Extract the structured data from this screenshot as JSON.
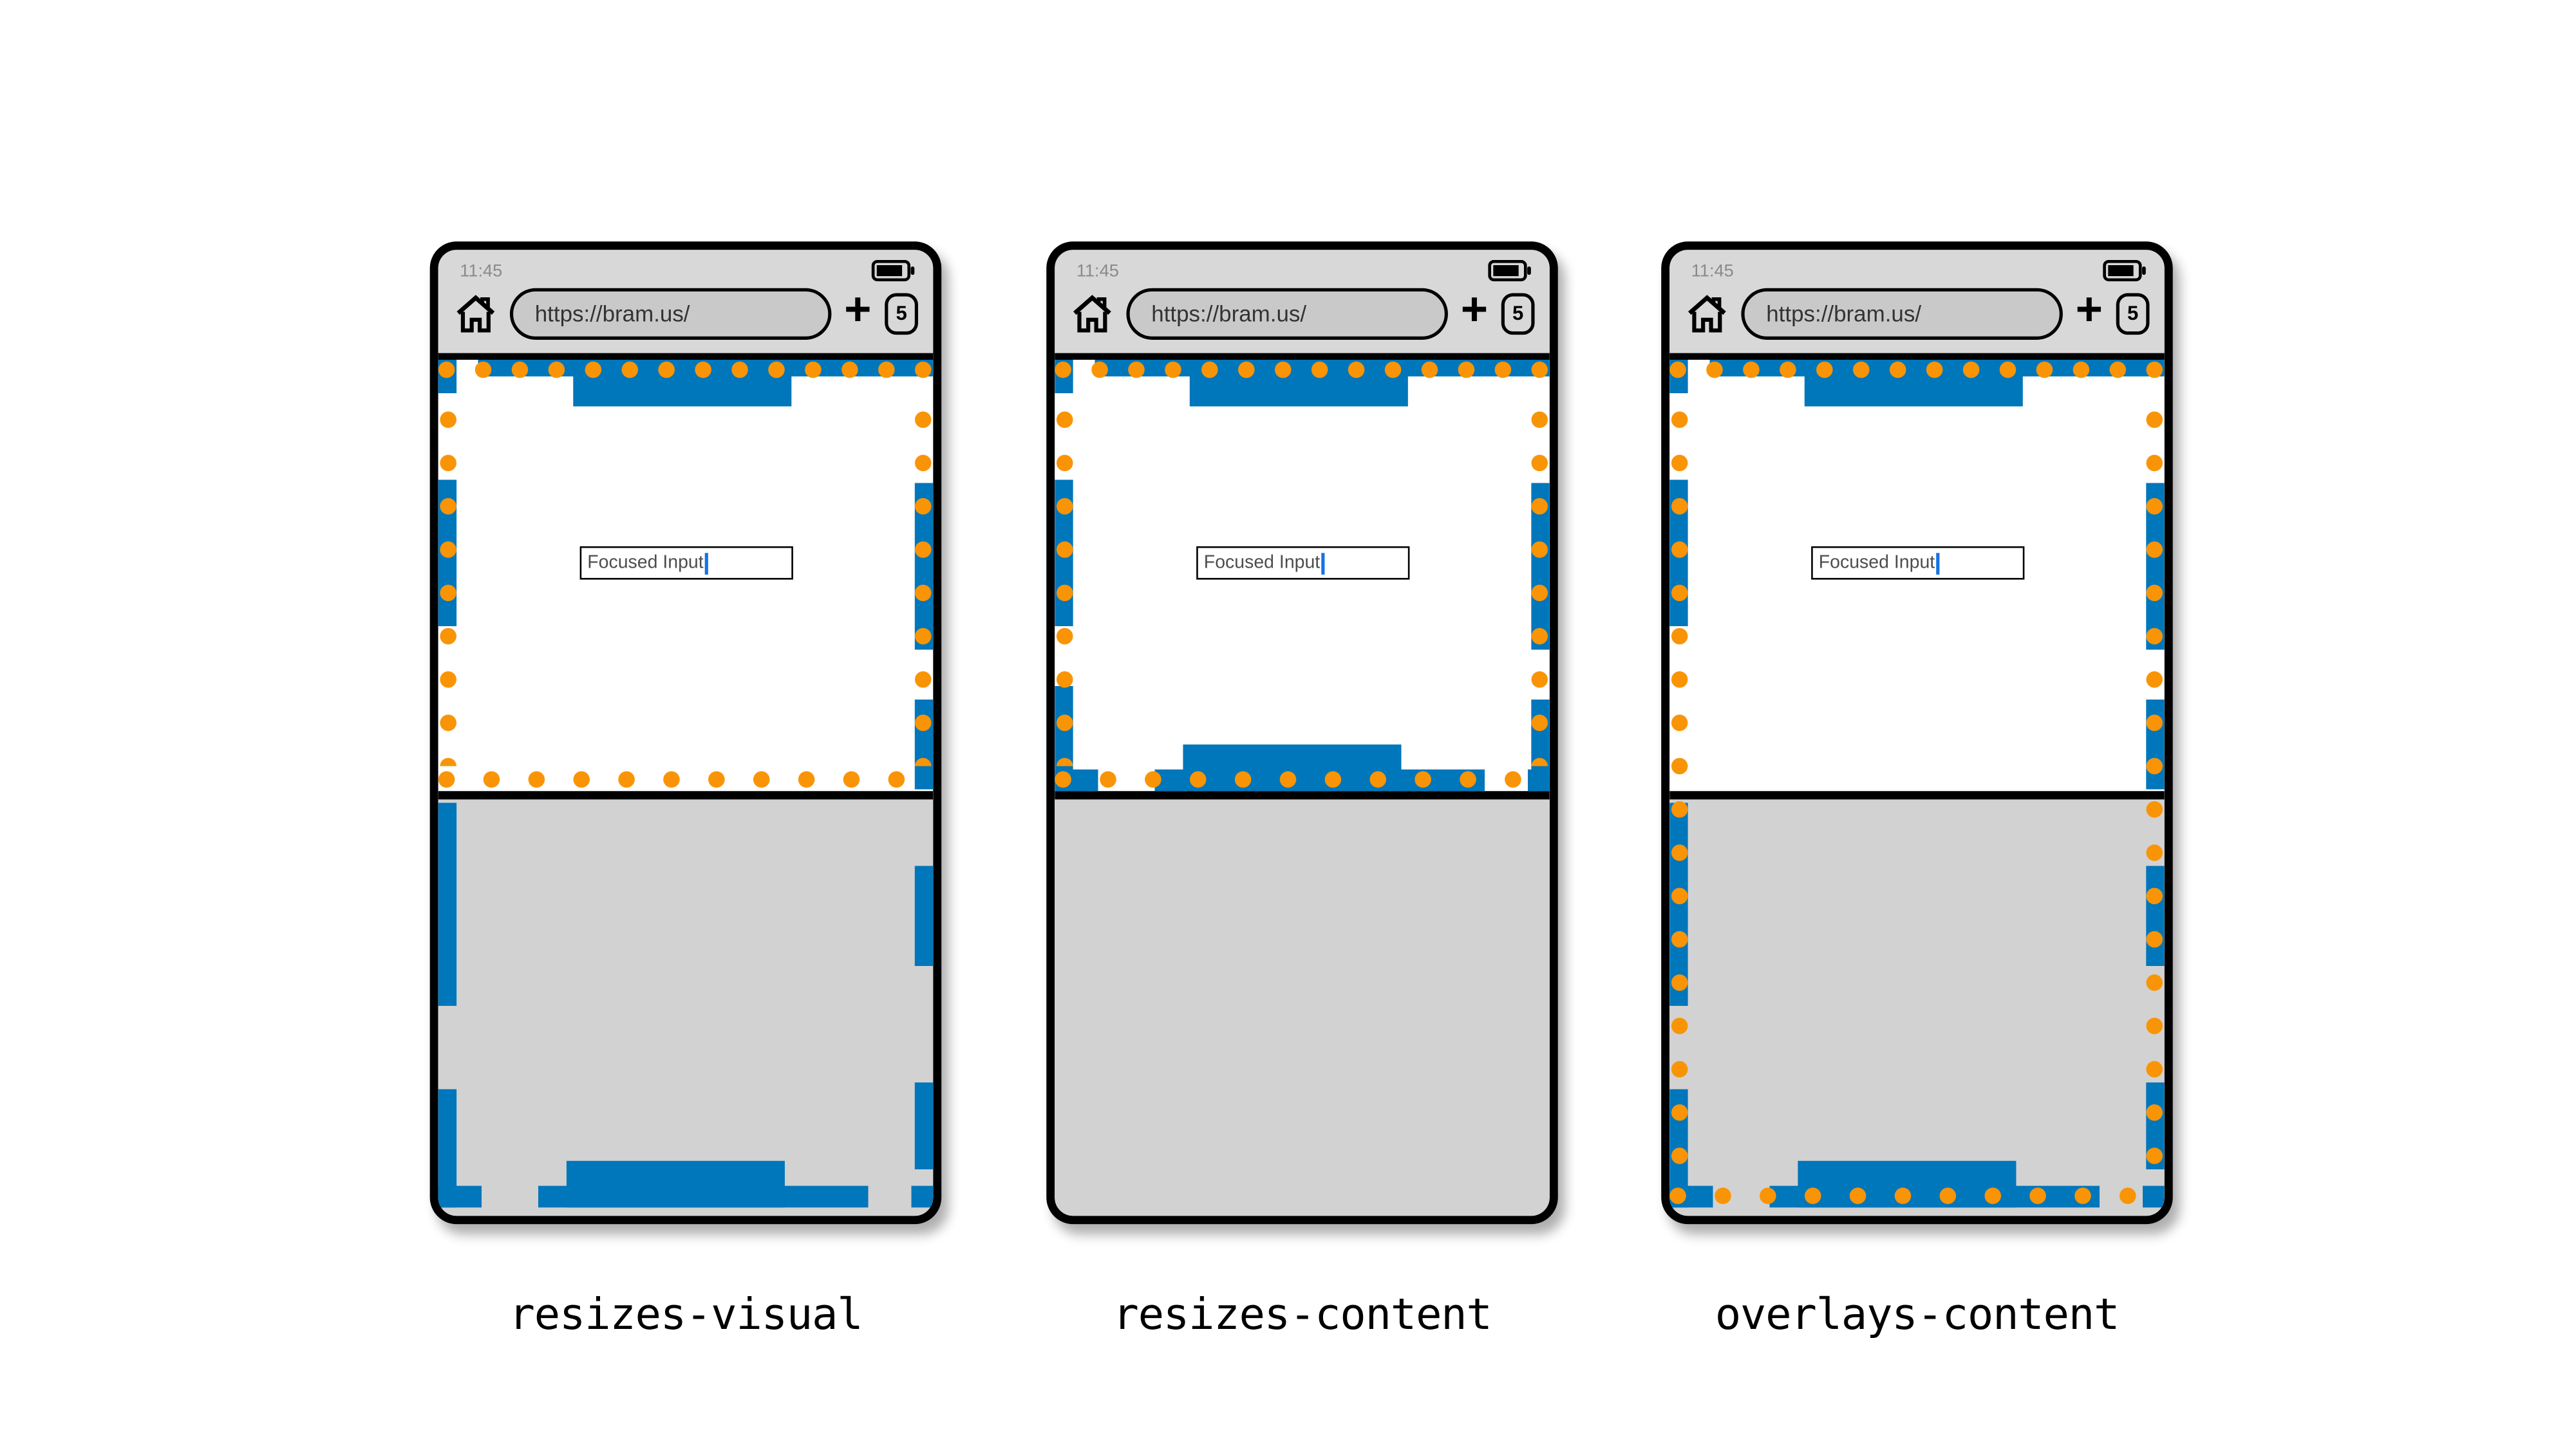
{
  "colors": {
    "viewport_blue": "#0076bb",
    "dot_orange": "#f99406",
    "chrome_gray": "#d8d8d8",
    "urlbar_gray": "#c9c9c9",
    "keyboard_gray": "#d2d2d2",
    "time_gray": "#8a8a8a",
    "url_text": "#333333",
    "input_text": "#4d4d4d",
    "caret_blue": "#1673e6"
  },
  "icons": {
    "home": "home-icon",
    "battery": "battery-icon",
    "new_tab": "plus-icon",
    "tab_counter": "tab-counter"
  },
  "phones": [
    {
      "time": "11:45",
      "url": "https://bram.us/",
      "new_tab_label": "+",
      "tab_count": "5",
      "input_value": "Focused Input",
      "label": "resizes-visual"
    },
    {
      "time": "11:45",
      "url": "https://bram.us/",
      "new_tab_label": "+",
      "tab_count": "5",
      "input_value": "Focused Input",
      "label": "resizes-content"
    },
    {
      "time": "11:45",
      "url": "https://bram.us/",
      "new_tab_label": "+",
      "tab_count": "5",
      "input_value": "Focused Input",
      "label": "overlays-content"
    }
  ]
}
